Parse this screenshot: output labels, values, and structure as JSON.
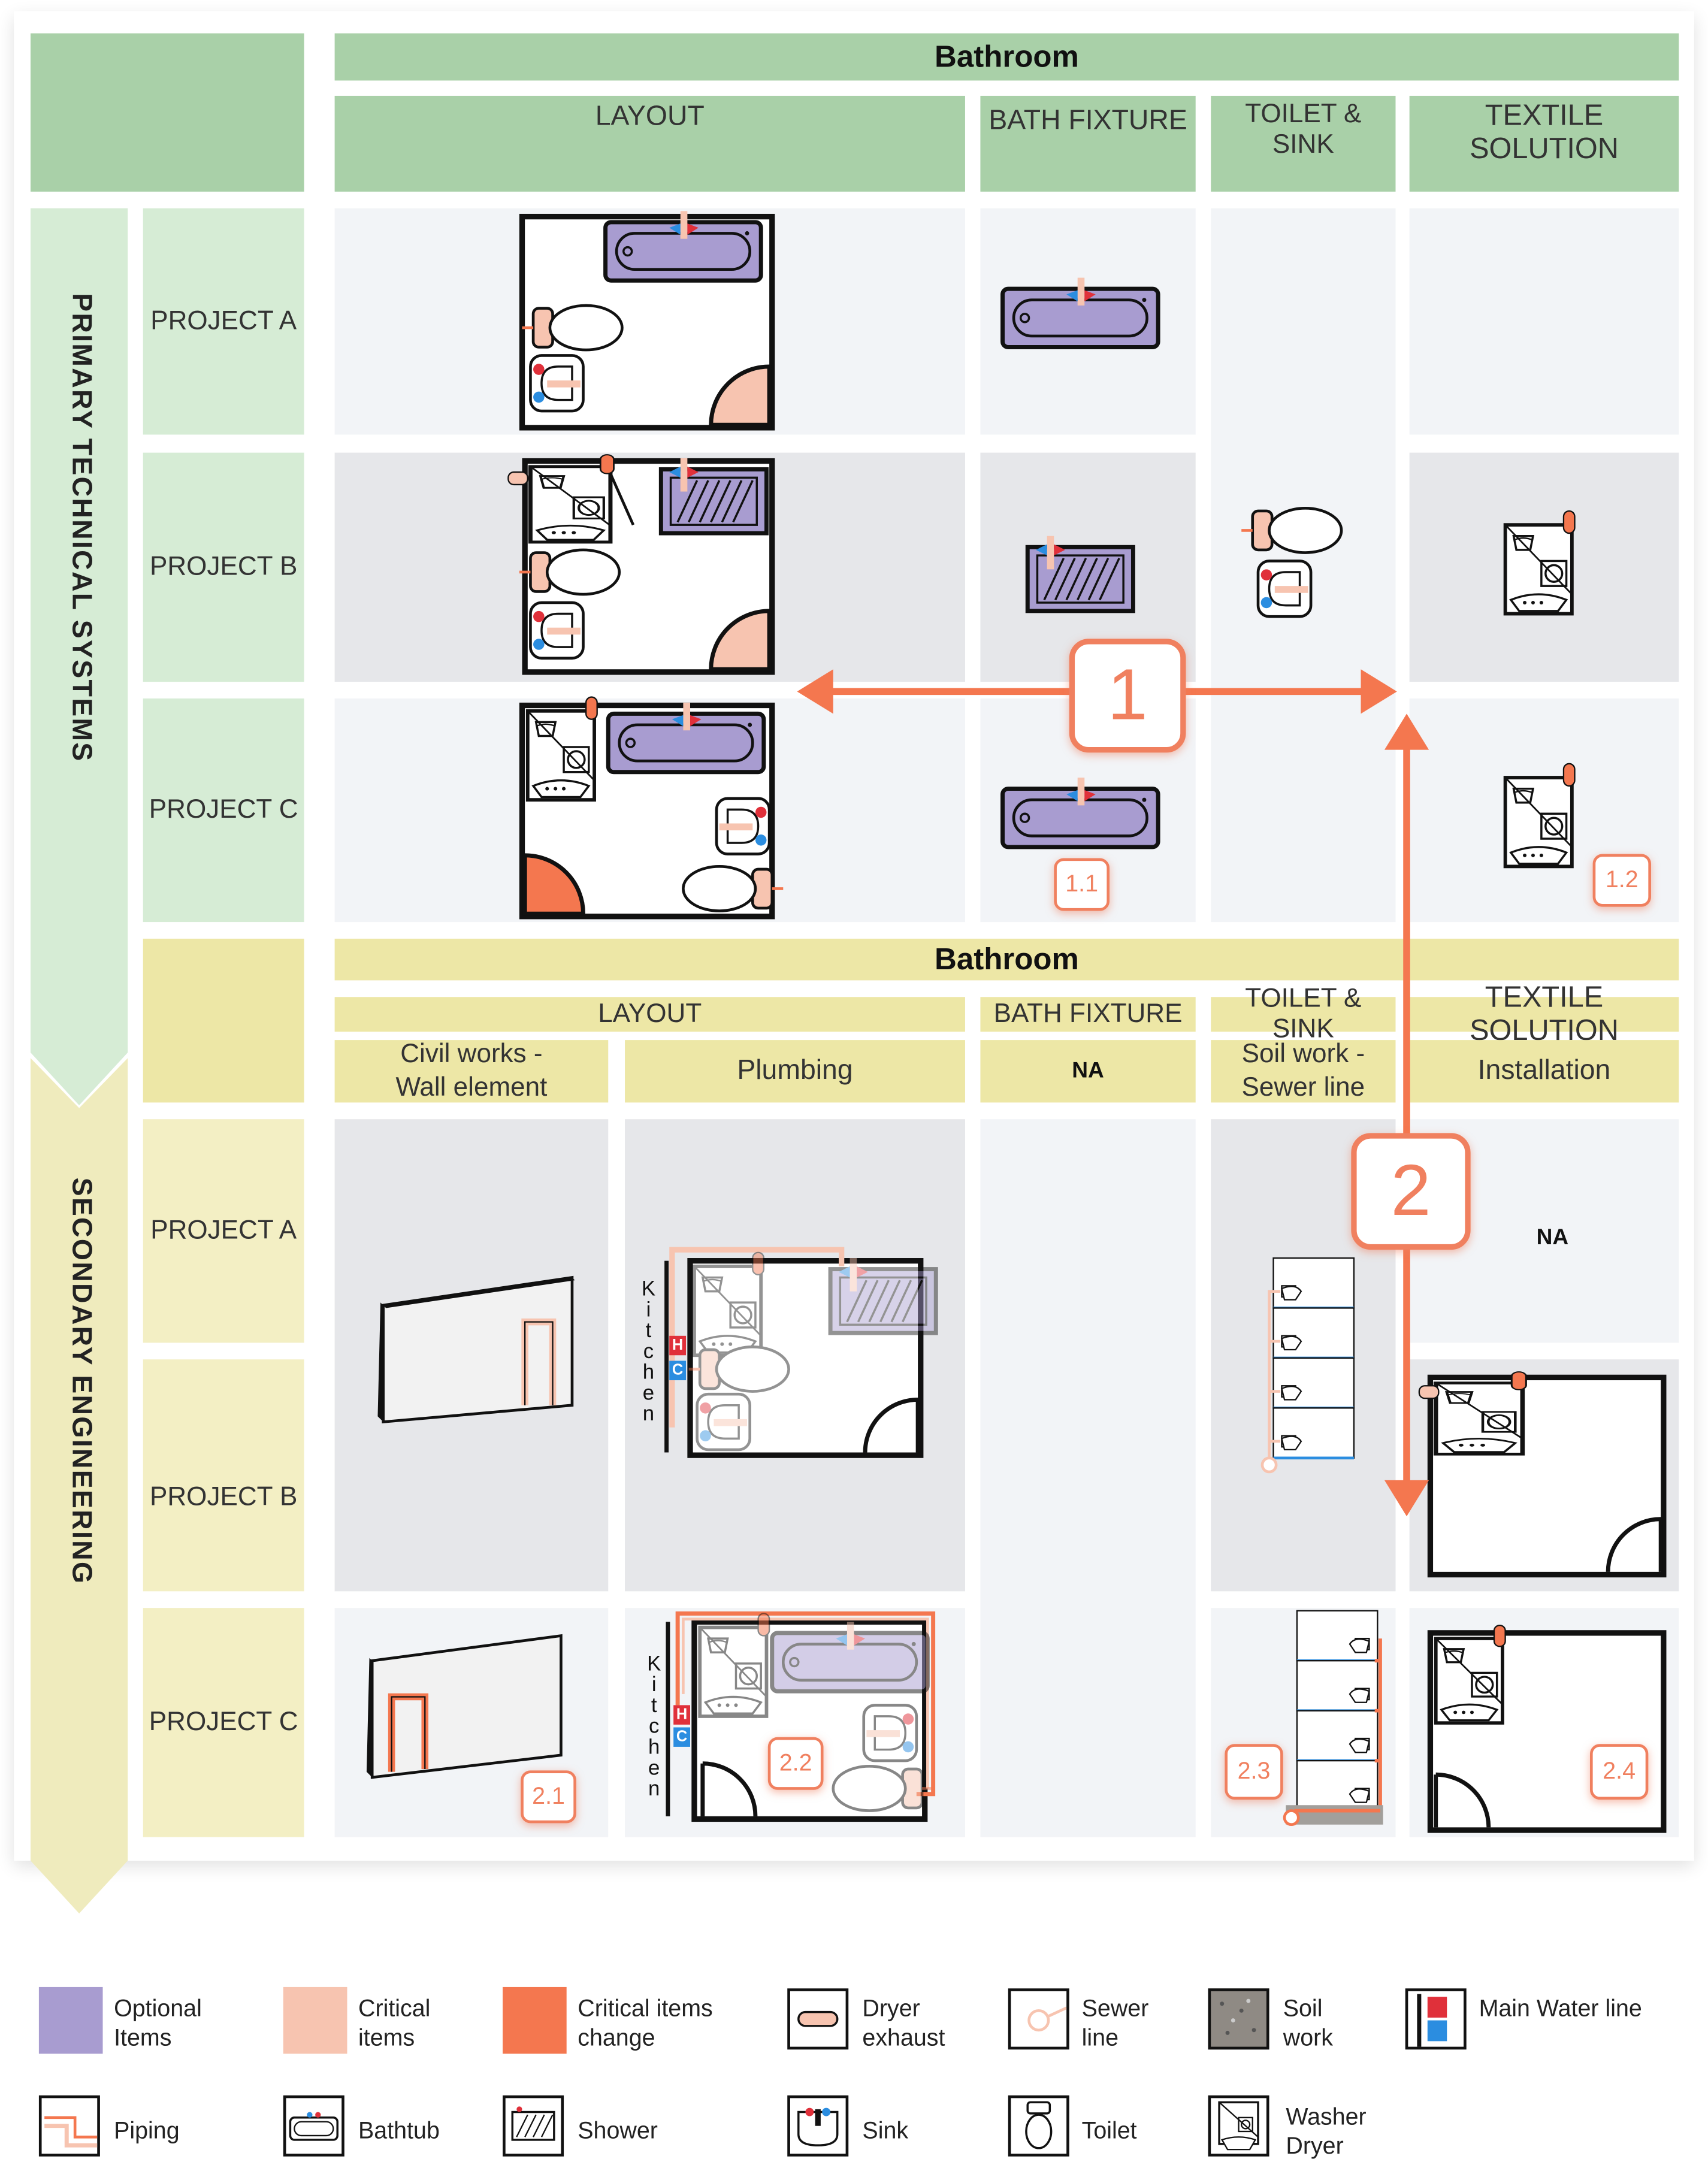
{
  "primary": {
    "section_label": "PRIMARY TECHNICAL SYSTEMS",
    "title": "Bathroom",
    "columns": [
      "LAYOUT",
      "BATH FIXTURE",
      "TOILET & SINK",
      "TEXTILE SOLUTION"
    ],
    "rows": [
      "PROJECT A",
      "PROJECT B",
      "PROJECT C"
    ]
  },
  "secondary": {
    "section_label": "SECONDARY ENGINEERING",
    "title": "Bathroom",
    "columns": [
      "LAYOUT",
      "BATH FIXTURE",
      "TOILET & SINK",
      "TEXTILE SOLUTION"
    ],
    "subcolumns": [
      "Civil works - Wall element",
      "Plumbing",
      "NA",
      "Soil work - Sewer line",
      "Installation"
    ],
    "rows": [
      "PROJECT A",
      "PROJECT B",
      "PROJECT C"
    ],
    "textile_project_a": "NA",
    "kitchen_label": "Kitchen",
    "hot_label": "H",
    "cold_label": "C"
  },
  "callouts": {
    "arrow_1": "1",
    "arrow_2": "2",
    "b11": "1.1",
    "b12": "1.2",
    "b21": "2.1",
    "b22": "2.2",
    "b23": "2.3",
    "b24": "2.4"
  },
  "legend": [
    {
      "label": "Optional Items",
      "icon": "optional-swatch",
      "color": "#a89cd0"
    },
    {
      "label": "Critical items",
      "icon": "critical-swatch",
      "color": "#f7c4b0"
    },
    {
      "label": "Critical items change",
      "icon": "critical-change-swatch",
      "color": "#f4774f"
    },
    {
      "label": "Dryer exhaust",
      "icon": "dryer-exhaust-icon"
    },
    {
      "label": "Sewer line",
      "icon": "sewer-line-icon"
    },
    {
      "label": "Soil work",
      "icon": "soil-work-icon"
    },
    {
      "label": "Main Water line",
      "icon": "main-water-line-icon"
    },
    {
      "label": "Piping",
      "icon": "piping-icon"
    },
    {
      "label": "Bathtub",
      "icon": "bathtub-icon"
    },
    {
      "label": "Shower",
      "icon": "shower-icon"
    },
    {
      "label": "Sink",
      "icon": "sink-icon"
    },
    {
      "label": "Toilet",
      "icon": "toilet-icon"
    },
    {
      "label": "Washer Dryer",
      "icon": "washer-dryer-icon"
    }
  ]
}
